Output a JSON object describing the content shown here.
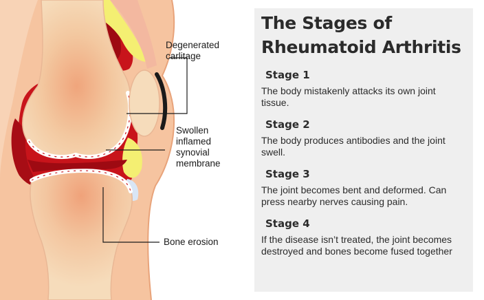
{
  "title_line1": "The Stages of",
  "title_line2": "Rheumatoid Arthritis",
  "stages": [
    {
      "title": "Stage 1",
      "desc": "The body mistakenly attacks its own joint tissue."
    },
    {
      "title": "Stage 2",
      "desc": "The body produces antibodies and the joint swell."
    },
    {
      "title": "Stage 3",
      "desc": "The joint becomes bent and deformed. Can press nearby nerves causing pain."
    },
    {
      "title": "Stage 4",
      "desc": "If the disease isn’t treated, the joint becomes destroyed and bones become fused together"
    }
  ],
  "labels": {
    "cartilage": [
      "Degenerated",
      "carlitage"
    ],
    "synovial": [
      "Swollen",
      "inflamed",
      "synovial",
      "membrane"
    ],
    "bone": "Bone erosion"
  },
  "colors": {
    "skin": "#f7c9a4",
    "bone": "#f3dcbc",
    "bone_glow": "#f2b58a",
    "inflamed": "#c8141b",
    "dark_red": "#9e0a12",
    "cartilage": "#f4ef72",
    "panel": "#efefef"
  }
}
